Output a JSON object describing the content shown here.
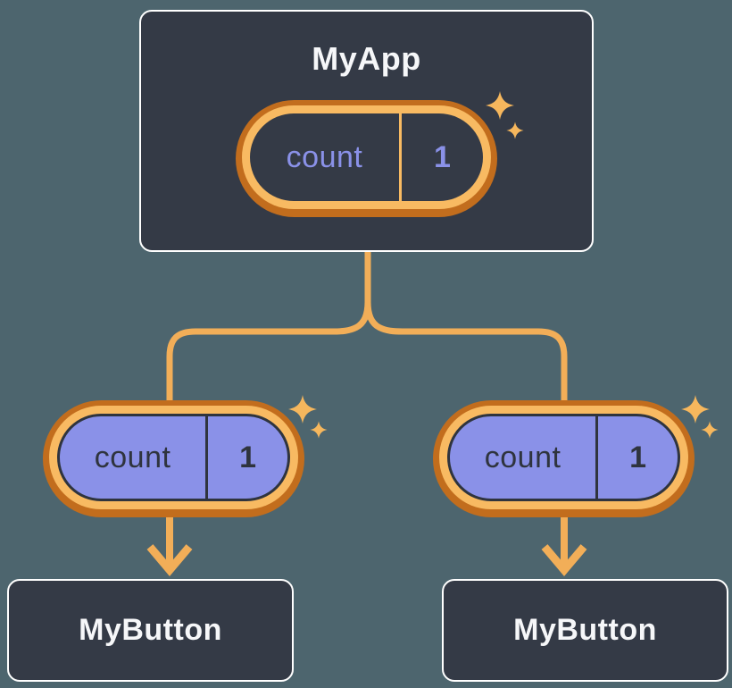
{
  "theme": {
    "background": "#4D656E",
    "node_fill": "#343A46",
    "node_border": "#FFFFFF",
    "node_text": "#F6F7F9",
    "purple": "#8A91E8",
    "orange_dark": "#C26D1D",
    "orange_light": "#F8BA62",
    "connector": "#F2AE58",
    "sparkle": "#F6B75D",
    "dark_ink": "#2F343E"
  },
  "tree": {
    "root": {
      "label": "MyApp",
      "state_pill": {
        "name": "count",
        "value": "1"
      }
    },
    "children": [
      {
        "label": "MyButton",
        "prop_pill": {
          "name": "count",
          "value": "1"
        }
      },
      {
        "label": "MyButton",
        "prop_pill": {
          "name": "count",
          "value": "1"
        }
      }
    ]
  },
  "icons": {
    "sparkles": "✦",
    "arrow_down": "↓"
  }
}
